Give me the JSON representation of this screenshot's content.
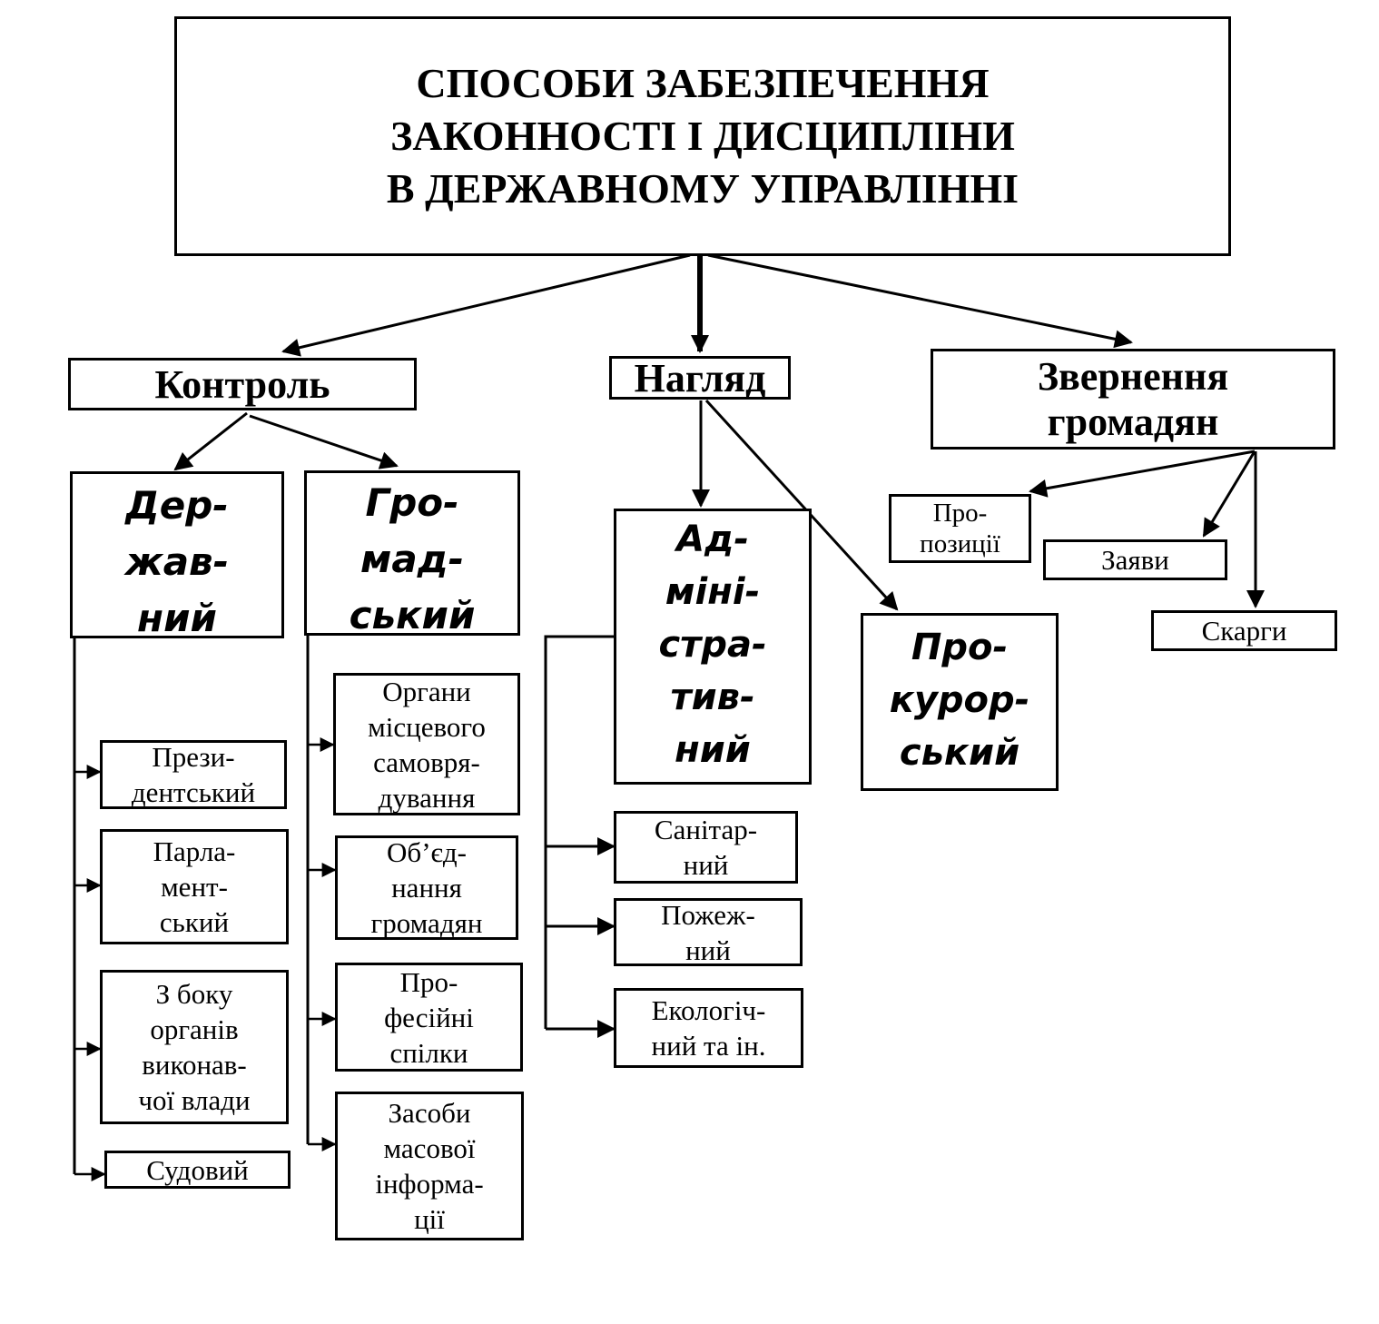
{
  "title": "СПОСОБИ ЗАБЕЗПЕЧЕННЯ\nЗАКОННОСТІ І ДИСЦИПЛІНИ\nВ ДЕРЖАВНОМУ УПРАВЛІННІ",
  "categories": {
    "control": "Контроль",
    "supervision": "Нагляд",
    "appeals": "Звернення\nгромадян"
  },
  "control_types": {
    "state": "Дер-\nжав-\nний",
    "public": "Гро-\nмад-\nський"
  },
  "supervision_types": {
    "administrative": "Ад-\nміні-\nстра-\nтив-\nний",
    "prosecutorial": "Про-\nкурор-\nський"
  },
  "state_control_items": [
    "Прези-\nдентський",
    "Парла-\nмент-\nський",
    "З боку\nорганів\nвиконав-\nчої влади",
    "Судовий"
  ],
  "public_control_items": [
    "Органи\nмісцевого\nсамовря-\nдування",
    "Об’єд-\nнання\nгромадян",
    "Про-\nфесійні\nспілки",
    "Засоби\nмасової\nінформа-\nції"
  ],
  "administrative_items": [
    "Санітар-\nний",
    "Пожеж-\nний",
    "Екологіч-\nний та ін."
  ],
  "appeal_items": {
    "proposals": "Про-\nпозиції",
    "statements": "Заяви",
    "complaints": "Скарги"
  }
}
